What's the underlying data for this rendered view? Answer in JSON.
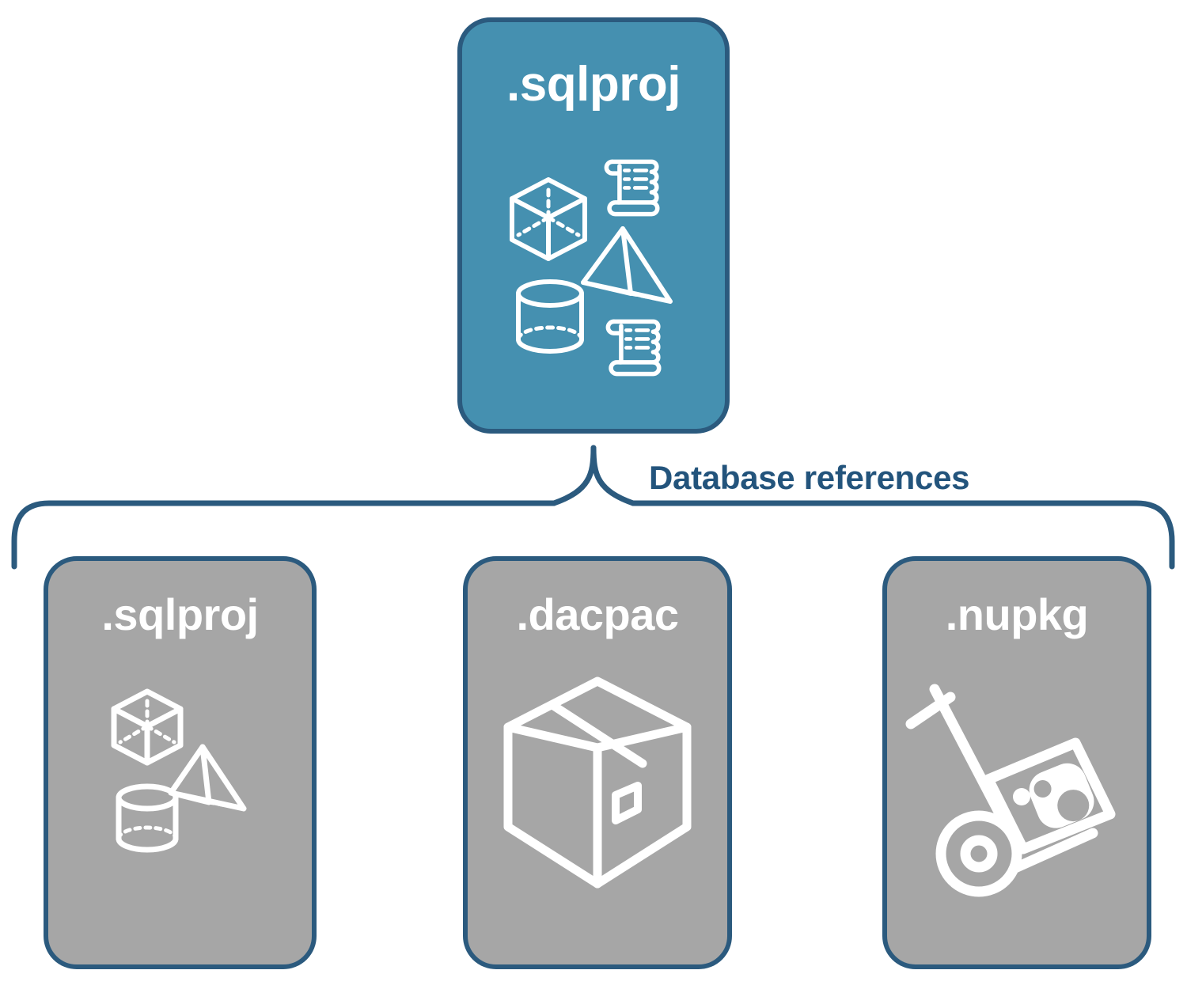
{
  "diagram": {
    "title": "Database references",
    "colors": {
      "root_fill": "#4590b0",
      "reference_fill": "#a6a6a6",
      "outline": "#2b5a7e",
      "label_text": "#23547c",
      "card_text": "#ffffff"
    },
    "root_node": {
      "label": ".sqlproj",
      "icons": [
        "cube-wireframe-icon",
        "pyramid-wireframe-icon",
        "cylinder-wireframe-icon",
        "scroll-script-icon",
        "scroll-script-icon"
      ]
    },
    "connector": {
      "type": "curly-brace",
      "label": "Database references"
    },
    "reference_nodes": [
      {
        "label": ".sqlproj",
        "icons": [
          "cube-wireframe-icon",
          "pyramid-wireframe-icon",
          "cylinder-wireframe-icon"
        ]
      },
      {
        "label": ".dacpac",
        "icons": [
          "cardboard-box-icon"
        ]
      },
      {
        "label": ".nupkg",
        "icons": [
          "hand-truck-package-icon"
        ]
      }
    ]
  }
}
